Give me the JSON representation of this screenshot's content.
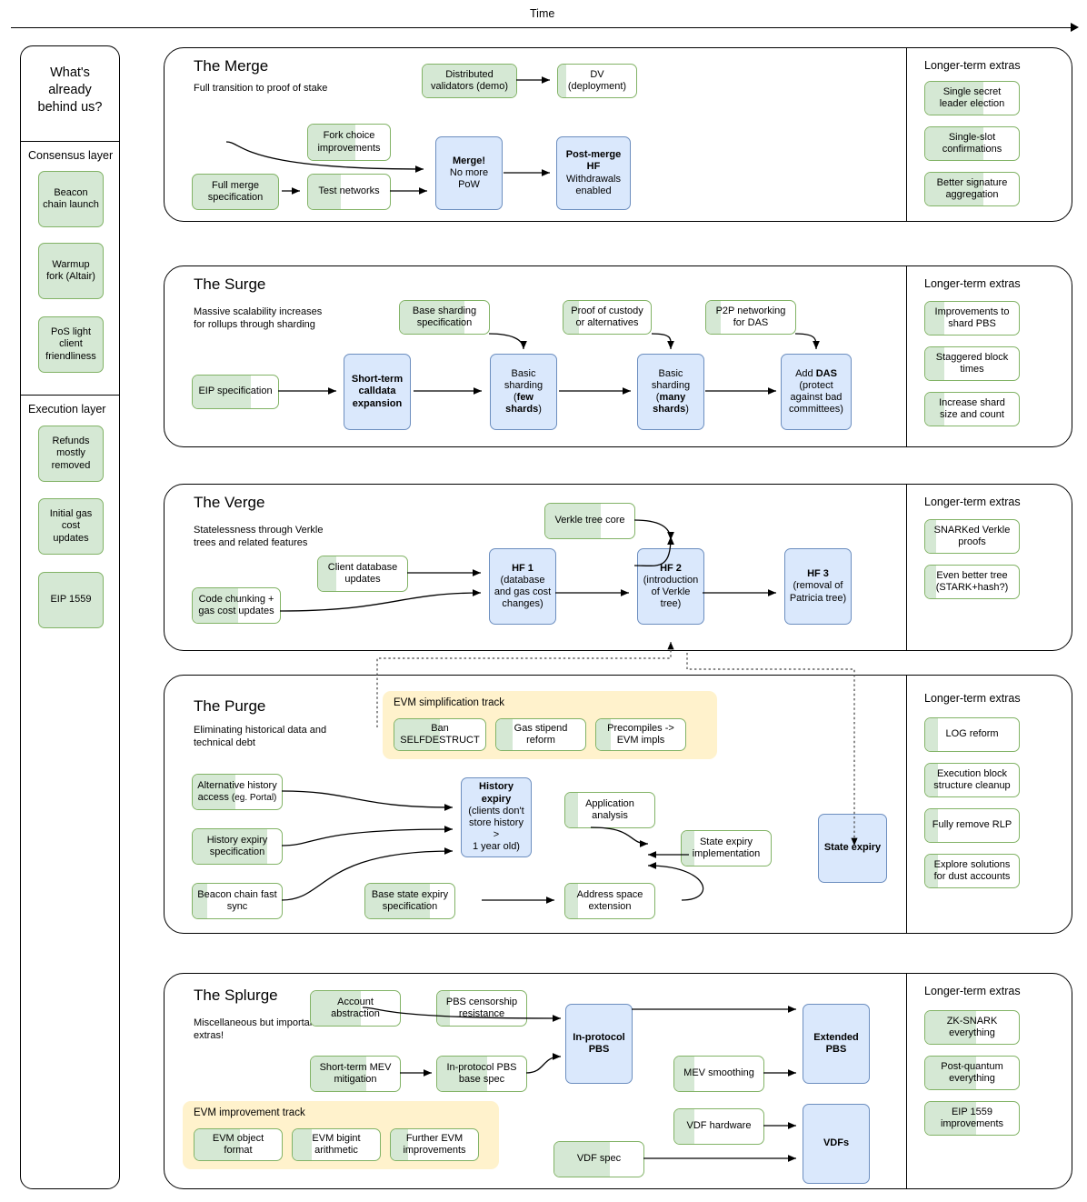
{
  "time_axis": {
    "label": "Time"
  },
  "sidebar": {
    "heading": "What's already behind us?",
    "groups": [
      {
        "name": "Consensus layer",
        "items": [
          "Beacon chain launch",
          "Warmup fork (Altair)",
          "PoS light client friendliness"
        ]
      },
      {
        "name": "Execution layer",
        "items": [
          "Refunds mostly removed",
          "Initial gas cost updates",
          "EIP 1559"
        ]
      }
    ]
  },
  "extras_title": "Longer-term extras",
  "sections": [
    {
      "title": "The Merge",
      "subtitle": "Full transition to proof of stake",
      "nodes": {
        "distributed_validators": "Distributed validators (demo)",
        "dv_deployment": "DV (deployment)",
        "fork_choice": "Fork choice improvements",
        "full_merge_spec": "Full merge specification",
        "test_networks": "Test networks",
        "merge": "Merge! No more PoW",
        "post_merge_hf": "Post-merge HF Withdrawals enabled"
      },
      "extras": [
        "Single secret leader election",
        "Single-slot confirmations",
        "Better signature aggregation"
      ]
    },
    {
      "title": "The Surge",
      "subtitle": "Massive scalability increases for rollups through sharding",
      "nodes": {
        "base_sharding_spec": "Base sharding specification",
        "proof_of_custody": "Proof of custody or alternatives",
        "p2p_das": "P2P networking for DAS",
        "eip_spec": "EIP specification",
        "short_term_calldata": "Short-term calldata expansion",
        "basic_sharding_few": "Basic sharding (few shards)",
        "basic_sharding_many": "Basic sharding (many shards)",
        "add_das": "Add DAS (protect against bad committees)"
      },
      "extras": [
        "Improvements to shard PBS",
        "Staggered block times",
        "Increase shard size and count"
      ]
    },
    {
      "title": "The Verge",
      "subtitle": "Statelessness through Verkle trees and related features",
      "nodes": {
        "verkle_tree_core": "Verkle tree core",
        "client_db_updates": "Client database updates",
        "code_chunking": "Code chunking + gas cost updates",
        "hf1": "HF 1 (database and gas cost changes)",
        "hf2": "HF 2 (introduction of Verkle tree)",
        "hf3": "HF 3 (removal of Patricia tree)"
      },
      "extras": [
        "SNARKed Verkle proofs",
        "Even better tree (STARK+hash?)"
      ]
    },
    {
      "title": "The Purge",
      "subtitle": "Eliminating historical data and technical debt",
      "track_title": "EVM simplification track",
      "nodes": {
        "ban_selfdestruct": "Ban SELFDESTRUCT",
        "gas_stipend": "Gas stipend reform",
        "precompiles": "Precompiles -> EVM impls",
        "alt_history": "Alternative history access (eg. Portal)",
        "history_expiry_spec": "History expiry specification",
        "beacon_fast_sync": "Beacon chain fast sync",
        "base_state_expiry_spec": "Base state expiry specification",
        "history_expiry": "History expiry (clients don't store history > 1 year old)",
        "application_analysis": "Application analysis",
        "state_expiry_impl": "State expiry implementation",
        "address_space": "Address space extension",
        "state_expiry": "State expiry"
      },
      "extras": [
        "LOG reform",
        "Execution block structure cleanup",
        "Fully remove RLP",
        "Explore solutions for dust accounts"
      ]
    },
    {
      "title": "The Splurge",
      "subtitle": "Miscellaneous but important extras!",
      "track_title": "EVM improvement track",
      "nodes": {
        "account_abstraction": "Account abstraction",
        "pbs_censorship": "PBS censorship resistance",
        "short_term_mev": "Short-term MEV mitigation",
        "in_protocol_pbs_spec": "In-protocol PBS base spec",
        "in_protocol_pbs": "In-protocol PBS",
        "mev_smoothing": "MEV smoothing",
        "extended_pbs": "Extended PBS",
        "vdf_hardware": "VDF hardware",
        "vdf_spec": "VDF spec",
        "vdfs": "VDFs",
        "evm_object_format": "EVM object format",
        "evm_bigint": "EVM bigint arithmetic",
        "further_evm": "Further EVM improvements"
      },
      "extras": [
        "ZK-SNARK everything",
        "Post-quantum everything",
        "EIP 1559 improvements"
      ]
    }
  ],
  "colors": {
    "green_fill": "#d5e8d4",
    "green_border": "#82b366",
    "blue_fill": "#dae8fc",
    "blue_border": "#6c8ebf",
    "yellow_track": "#fff2cc",
    "box_border": "#666666"
  }
}
